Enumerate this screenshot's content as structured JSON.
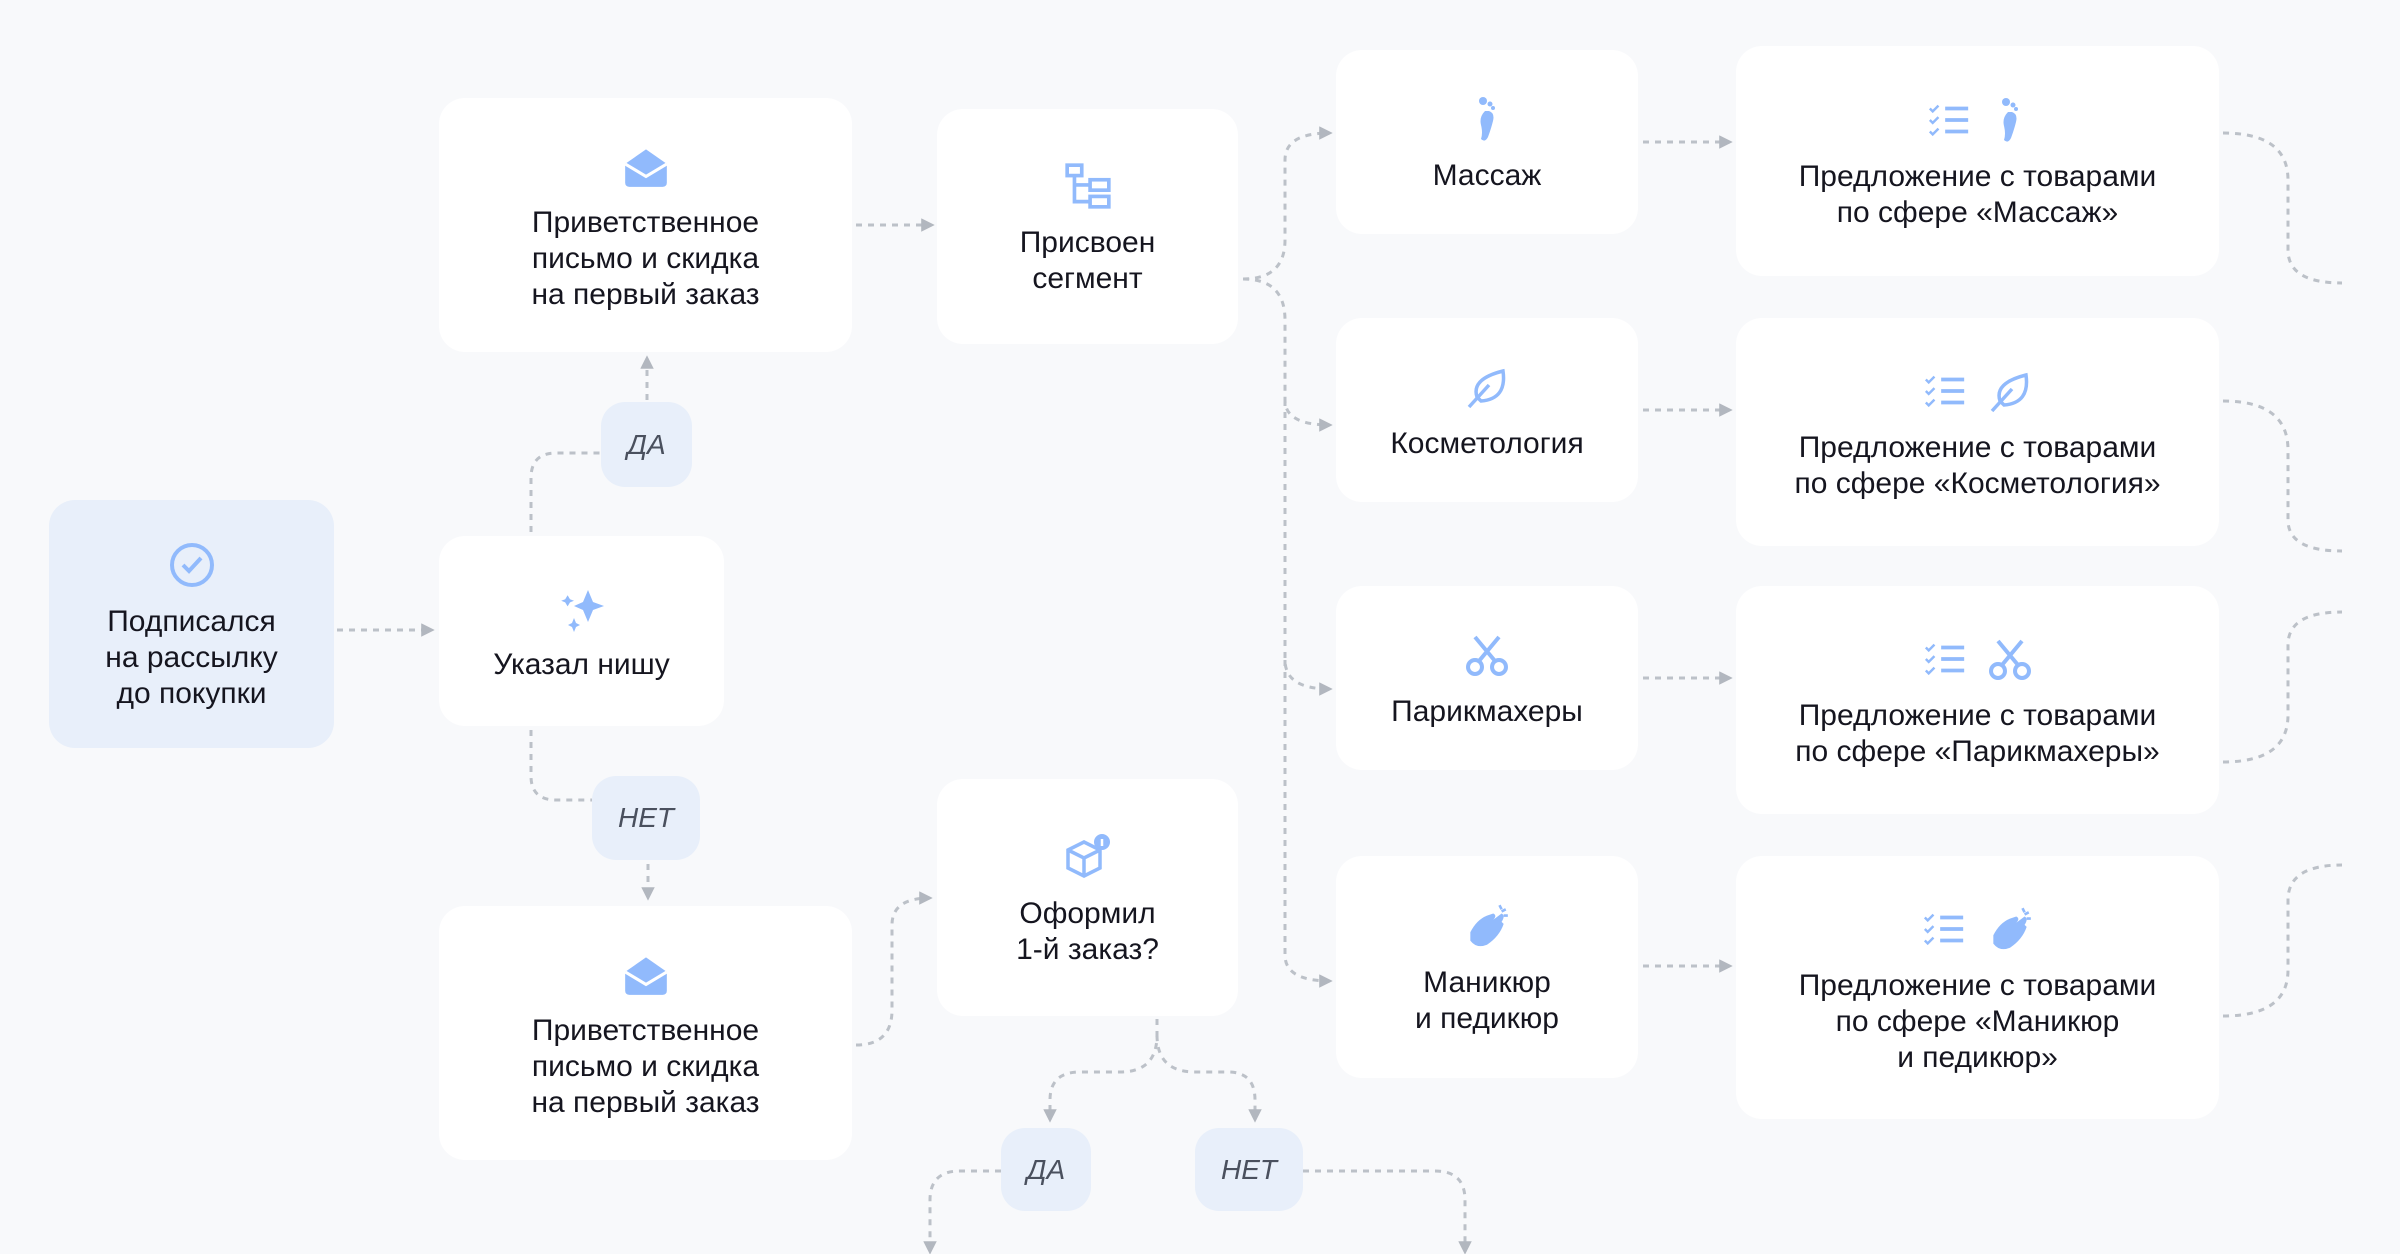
{
  "colors": {
    "icon": "#91bafc",
    "connector": "#b7bcc4",
    "node_bg": "#ffffff",
    "start_bg": "#e8effa",
    "pill_bg": "#e8effa"
  },
  "nodes": {
    "subscribed": {
      "label": "Подписался\nна рассылку\nдо покупки",
      "icon": "check-circle-icon"
    },
    "niche": {
      "label": "Указал нишу",
      "icon": "sparkles-icon"
    },
    "welcome_yes": {
      "label": "Приветственное\nписьмо и скидка\nна первый заказ",
      "icon": "open-envelope-icon"
    },
    "welcome_no": {
      "label": "Приветственное\nписьмо и скидка\nна первый заказ",
      "icon": "open-envelope-icon"
    },
    "segment": {
      "label": "Присвоен\nсегмент",
      "icon": "hierarchy-icon"
    },
    "first_order": {
      "label": "Оформил\n1-й заказ?",
      "icon": "box-info-icon"
    },
    "massage": {
      "label": "Массаж",
      "icon": "foot-icon"
    },
    "cosmetology": {
      "label": "Косметология",
      "icon": "leaf-icon"
    },
    "hairdressers": {
      "label": "Парикмахеры",
      "icon": "scissors-icon"
    },
    "manicure": {
      "label": "Маникюр\nи педикюр",
      "icon": "hand-icon"
    },
    "offer_massage": {
      "label": "Предложение с товарами\nпо сфере «Массаж»"
    },
    "offer_cosmetology": {
      "label": "Предложение с товарами\nпо сфере «Косметология»"
    },
    "offer_hairdressers": {
      "label": "Предложение с товарами\nпо сфере «Парикмахеры»"
    },
    "offer_manicure": {
      "label": "Предложение с товарами\nпо сфере «Маникюр\nи педикюр»"
    }
  },
  "pills": {
    "yes1": "ДА",
    "no1": "НЕТ",
    "yes2": "ДА",
    "no2": "НЕТ"
  }
}
